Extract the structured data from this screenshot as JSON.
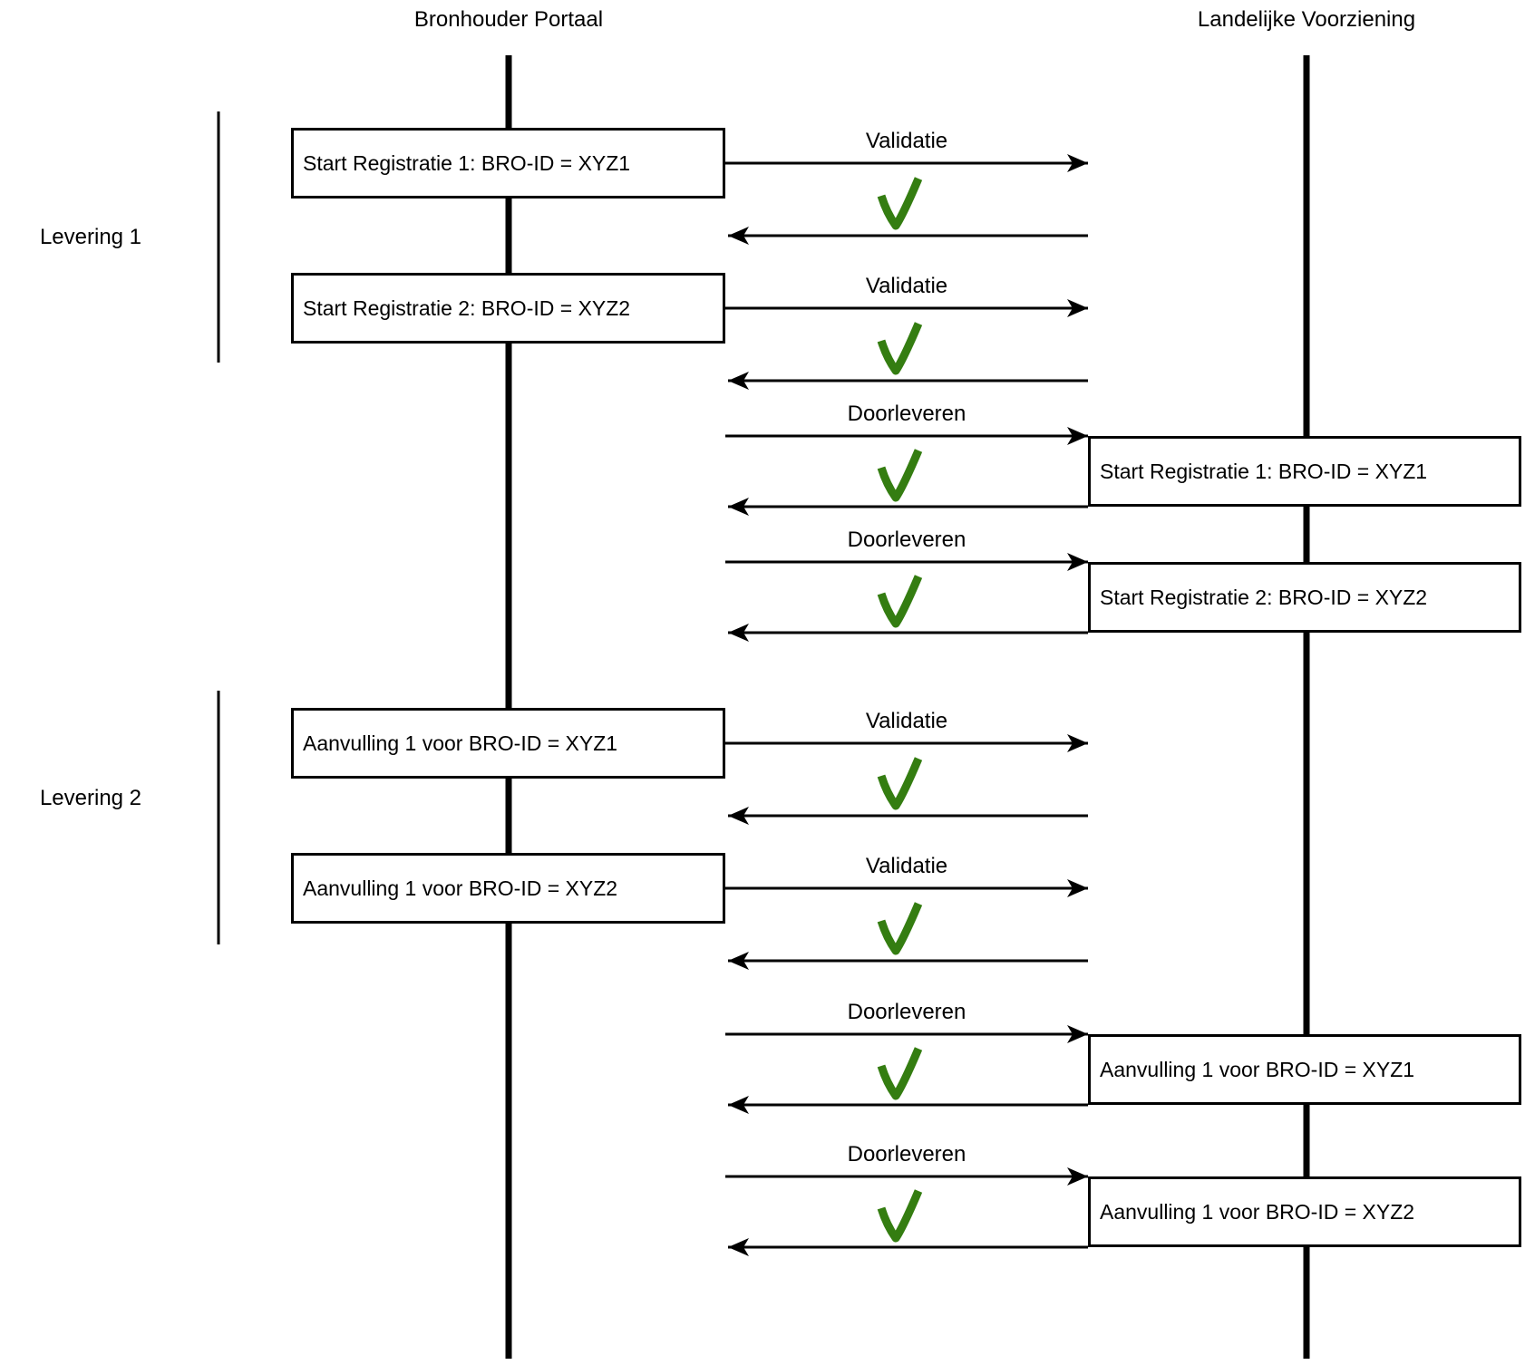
{
  "page": {
    "actors": {
      "left": "Bronhouder Portaal",
      "right": "Landelijke Voorziening"
    },
    "groups": [
      {
        "label": "Levering 1"
      },
      {
        "label": "Levering 2"
      }
    ],
    "portal_boxes": [
      "Start Registratie 1: BRO-ID = XYZ1",
      "Start Registratie 2: BRO-ID = XYZ2",
      "Aanvulling 1 voor BRO-ID = XYZ1",
      "Aanvulling 1 voor BRO-ID = XYZ2"
    ],
    "lv_boxes": [
      "Start Registratie 1: BRO-ID = XYZ1",
      "Start Registratie 2: BRO-ID = XYZ2",
      "Aanvulling 1 voor BRO-ID = XYZ1",
      "Aanvulling 1 voor BRO-ID = XYZ2"
    ],
    "exchanges": [
      {
        "label": "Validatie",
        "status_icon": "green-checkmark"
      },
      {
        "label": "Validatie",
        "status_icon": "green-checkmark"
      },
      {
        "label": "Doorleveren",
        "status_icon": "green-checkmark"
      },
      {
        "label": "Doorleveren",
        "status_icon": "green-checkmark"
      },
      {
        "label": "Validatie",
        "status_icon": "green-checkmark"
      },
      {
        "label": "Validatie",
        "status_icon": "green-checkmark"
      },
      {
        "label": "Doorleveren",
        "status_icon": "green-checkmark"
      },
      {
        "label": "Doorleveren",
        "status_icon": "green-checkmark"
      }
    ],
    "colors": {
      "check_green": "#347D11",
      "line_black": "#000000",
      "box_bg": "#ffffff"
    }
  }
}
